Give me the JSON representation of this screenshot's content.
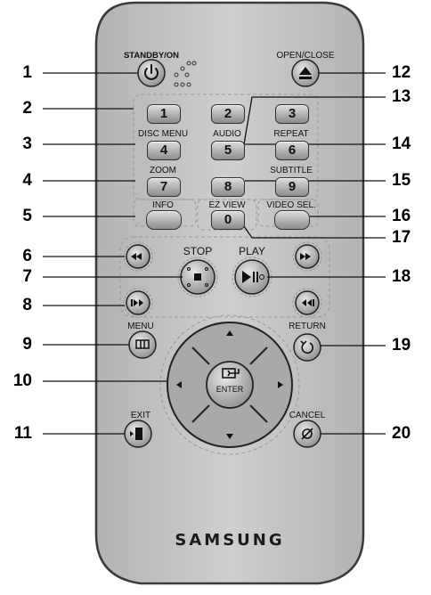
{
  "brand": "SAMSUNG",
  "button_labels": {
    "standby": "STANDBY/ON",
    "open_close": "OPEN/CLOSE",
    "disc_menu": "DISC MENU",
    "audio": "AUDIO",
    "repeat": "REPEAT",
    "zoom": "ZOOM",
    "subtitle": "SUBTITLE",
    "info": "INFO",
    "ez_view": "EZ VIEW",
    "video_sel": "VIDEO SEL.",
    "stop": "STOP",
    "play": "PLAY",
    "menu": "MENU",
    "return": "RETURN",
    "exit": "EXIT",
    "cancel": "CANCEL",
    "enter": "ENTER"
  },
  "number_keys": [
    "1",
    "2",
    "3",
    "4",
    "5",
    "6",
    "7",
    "8",
    "9",
    "0"
  ],
  "callouts": [
    "1",
    "2",
    "3",
    "4",
    "5",
    "6",
    "7",
    "8",
    "9",
    "10",
    "11",
    "12",
    "13",
    "14",
    "15",
    "16",
    "17",
    "18",
    "19",
    "20"
  ],
  "colors": {
    "body": "#c6c6c6",
    "outline": "#3a3a3a",
    "key": "#a9a9a9"
  }
}
